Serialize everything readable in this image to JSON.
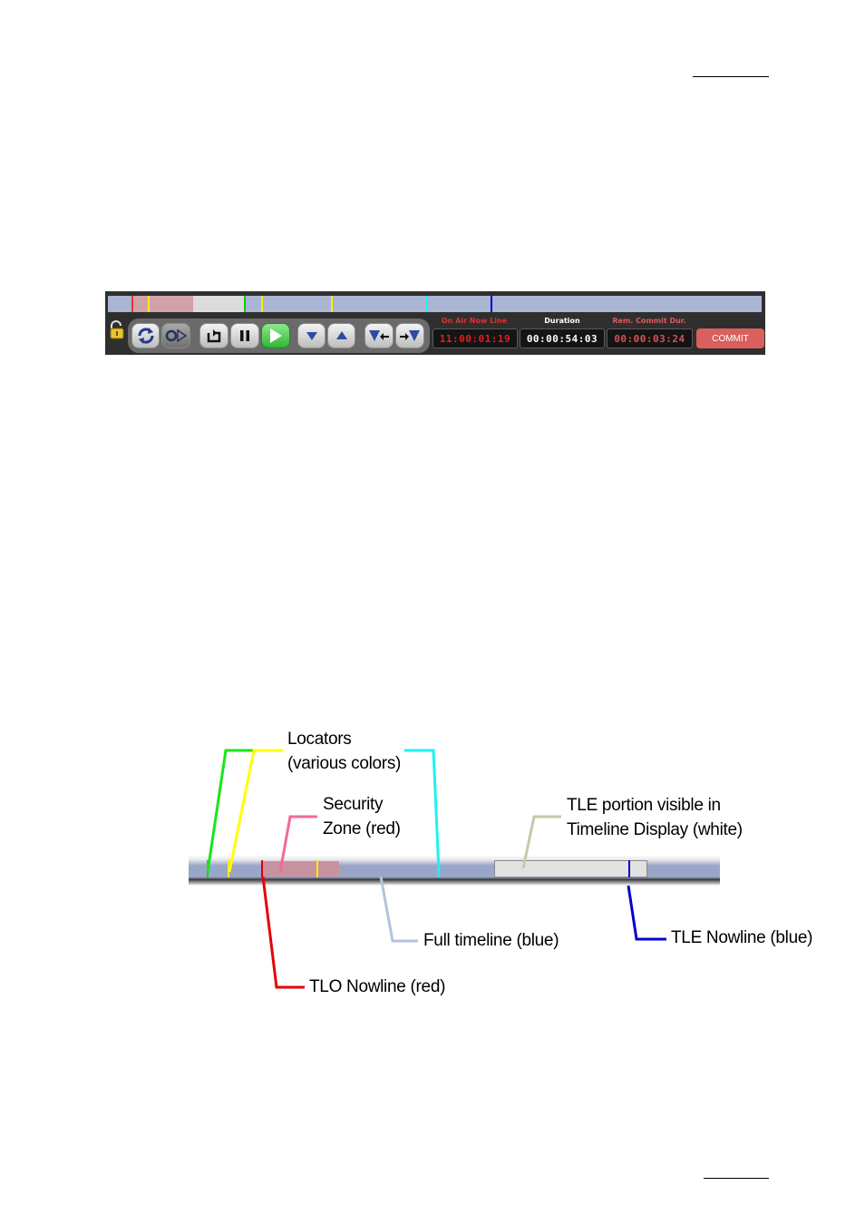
{
  "toolbar": {
    "labels": {
      "on_air_now_line": "On Air Now Line",
      "duration": "Duration",
      "rem_commit_dur": "Rem. Commit Dur."
    },
    "timecodes": {
      "on_air_now_line": "11:00:01:19",
      "duration": "00:00:54:03",
      "rem_commit_dur": "00:00:03:24"
    },
    "commit_label": "COMMIT",
    "buttons": [
      "loop-icon",
      "play-loop-icon",
      "replay-icon",
      "pause-icon",
      "play-icon",
      "arrow-down-icon",
      "arrow-up-icon",
      "insert-left-icon",
      "insert-right-icon"
    ]
  },
  "diagram": {
    "locators_label": [
      "Locators",
      "(various colors)"
    ],
    "security_zone_label": [
      "Security",
      "Zone (red)"
    ],
    "tle_portion_label": [
      "TLE portion visible in",
      "Timeline Display (white)"
    ],
    "full_timeline_label": "Full timeline (blue)",
    "tle_nowline_label": "TLE Nowline (blue)",
    "tlo_nowline_label": "TLO Nowline (red)"
  },
  "colors": {
    "timeline_blue": "#aab5d3",
    "security_zone": "#d9a3ad",
    "tle_visible": "#dcdcdc",
    "locator_green": "#00e000",
    "locator_yellow": "#ffff00",
    "locator_cyan": "#00ffff",
    "tle_nowline": "#0000d0",
    "tlo_nowline": "#ff0000",
    "commit_button": "#d9605d"
  }
}
